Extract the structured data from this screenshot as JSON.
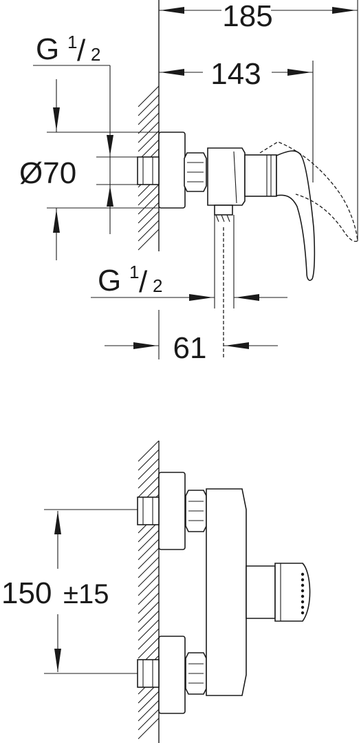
{
  "dimensions": {
    "overall_depth": "185",
    "lever_depth": "143",
    "diameter": "Ø70",
    "offset": "61",
    "center_distance": "150",
    "center_tolerance": "±15"
  },
  "threads": {
    "inlet": {
      "prefix": "G",
      "num": "1",
      "den": "2"
    },
    "outlet": {
      "prefix": "G",
      "num": "1",
      "den": "2"
    }
  },
  "colors": {
    "line": "#1a1a1a",
    "background": "#ffffff"
  }
}
